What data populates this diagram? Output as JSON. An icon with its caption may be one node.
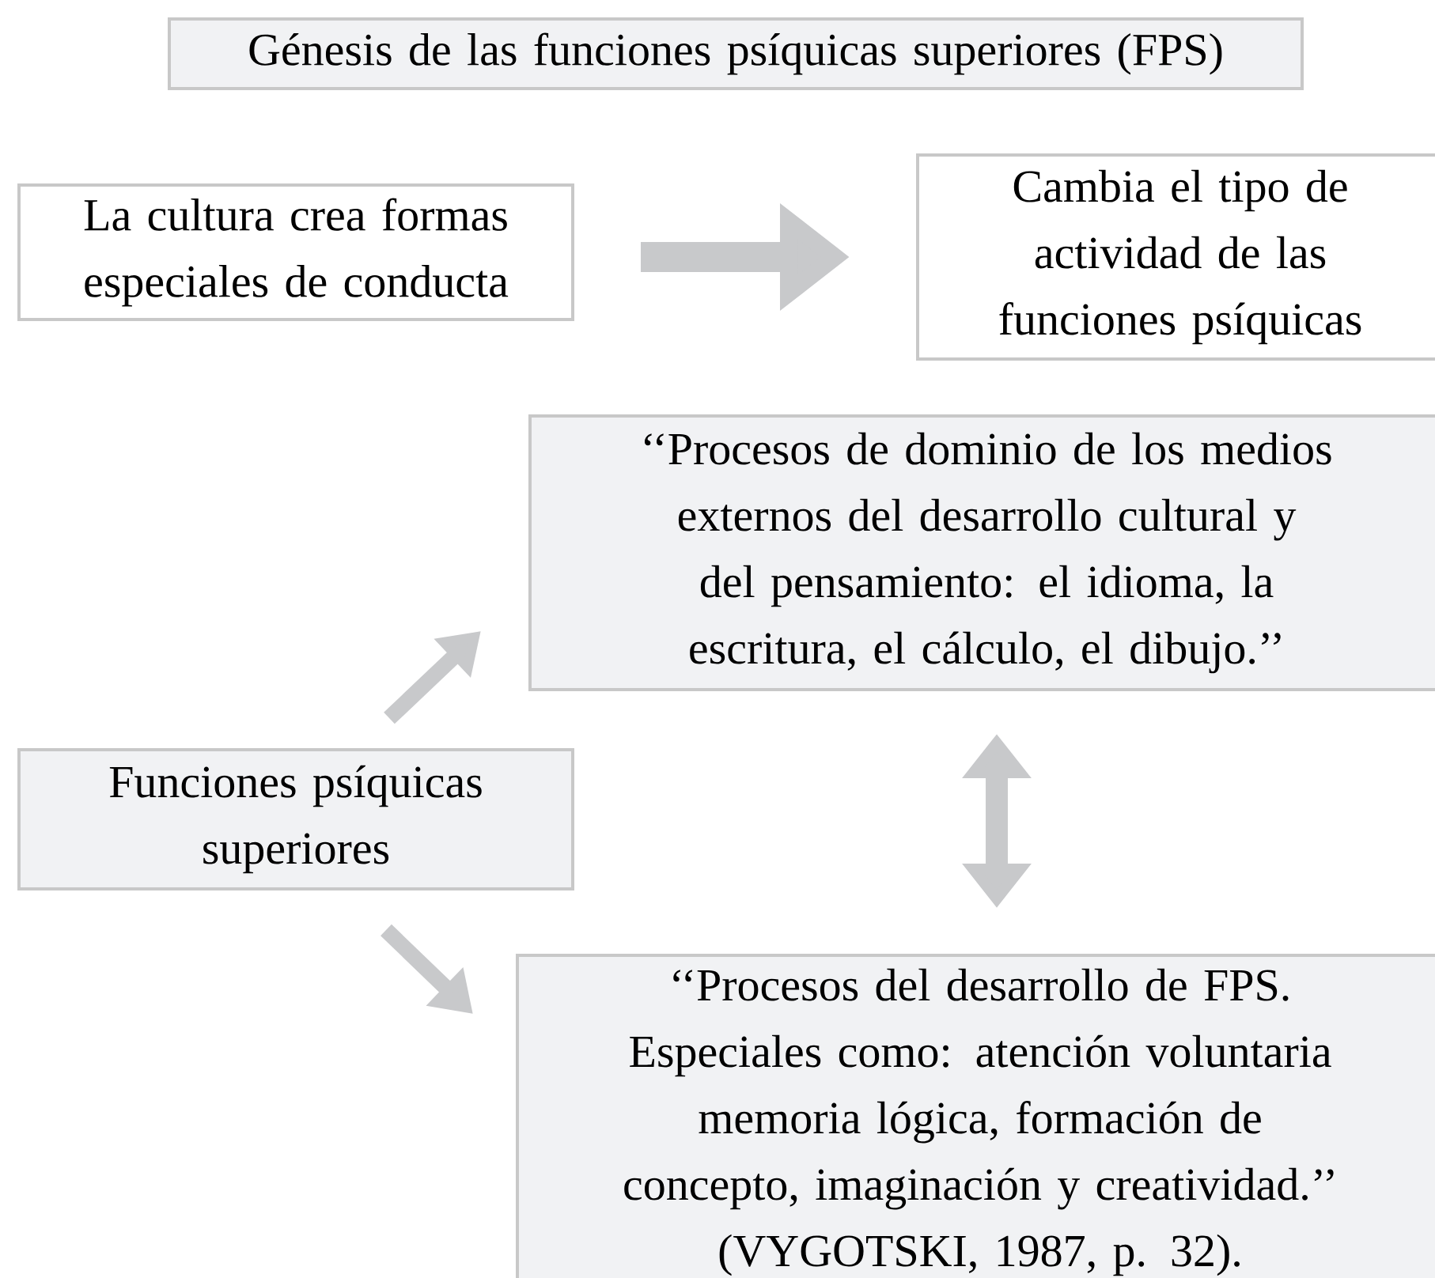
{
  "diagram": {
    "nodes": [
      {
        "text": [
          "Génesis de las funciones psíquicas superiores (FPS)"
        ]
      },
      {
        "text": [
          "La cultura crea formas especiales de conducta"
        ]
      },
      {
        "text": [
          "Cambia el tipo de actividad de las funciones psíquicas"
        ]
      },
      {
        "text": [
          "‘‘Procesos de dominio de los medios externos del desarrollo cultural y del pensamiento: el idioma, la escritura, el cálculo, el dibujo.’’"
        ]
      },
      {
        "text": [
          "Funciones psíquicas superiores"
        ]
      },
      {
        "text": [
          "‘‘Procesos del desarrollo de FPS. Especiales como: atención voluntaria memoria lógica, formación de concepto, imaginación y creatividad.’’",
          "(VYGOTSKI, 1987, p. 32)."
        ]
      }
    ],
    "edges": [
      {
        "from": 1,
        "to": 2,
        "arrow": "to",
        "style": "thick"
      },
      {
        "from": 4,
        "to": 3,
        "arrow": "to"
      },
      {
        "from": 4,
        "to": 5,
        "arrow": "to"
      },
      {
        "from": 3,
        "to": 5,
        "arrow": "both"
      }
    ]
  }
}
